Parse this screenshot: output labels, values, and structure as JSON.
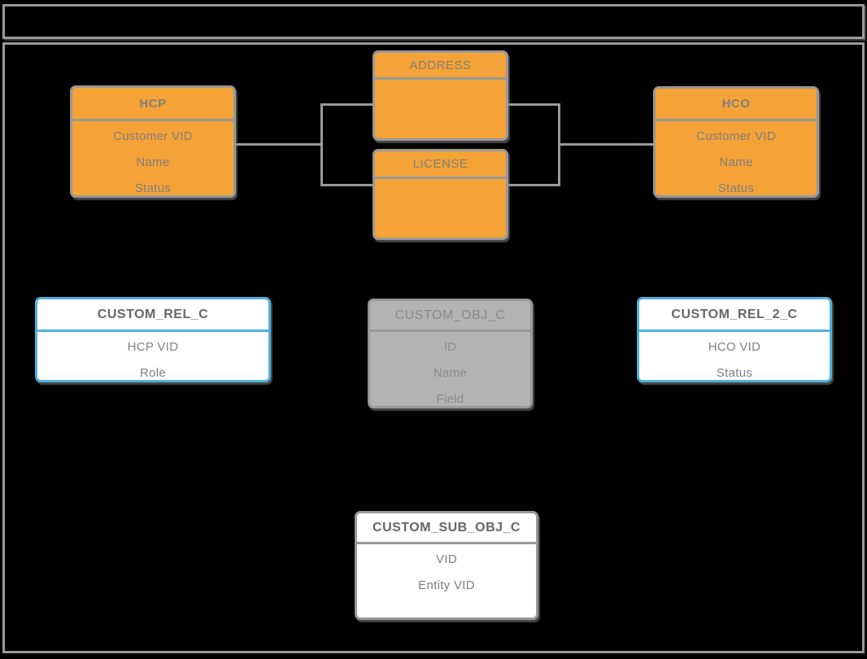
{
  "frame": {
    "title": ""
  },
  "colors": {
    "bg": "#000000",
    "line_gray": "#999999",
    "orange_fill": "#F5A236",
    "blue_stroke": "#4DB1DC",
    "gray_fill": "#B3B3B3",
    "gray_text": "#8C8C8C",
    "text_gray": "#808080",
    "title_dark": "#666666"
  },
  "entities": {
    "hcp": {
      "title": "HCP",
      "fields": [
        "Customer VID",
        "Name",
        "Status"
      ]
    },
    "address": {
      "title": "ADDRESS",
      "fields": []
    },
    "license": {
      "title": "LICENSE",
      "fields": []
    },
    "hco": {
      "title": "HCO",
      "fields": [
        "Customer VID",
        "Name",
        "Status"
      ]
    },
    "custom_rel_c": {
      "title": "CUSTOM_REL_C",
      "fields": [
        "HCP VID",
        "Role"
      ]
    },
    "custom_obj_c": {
      "title": "CUSTOM_OBJ_C",
      "fields": [
        "ID",
        "Name",
        "Field"
      ]
    },
    "custom_rel_2_c": {
      "title": "CUSTOM_REL_2_C",
      "fields": [
        "HCO VID",
        "Status"
      ]
    },
    "custom_sub_obj_c": {
      "title": "CUSTOM_SUB_OBJ_C",
      "fields": [
        "VID",
        "Entity VID"
      ]
    }
  }
}
